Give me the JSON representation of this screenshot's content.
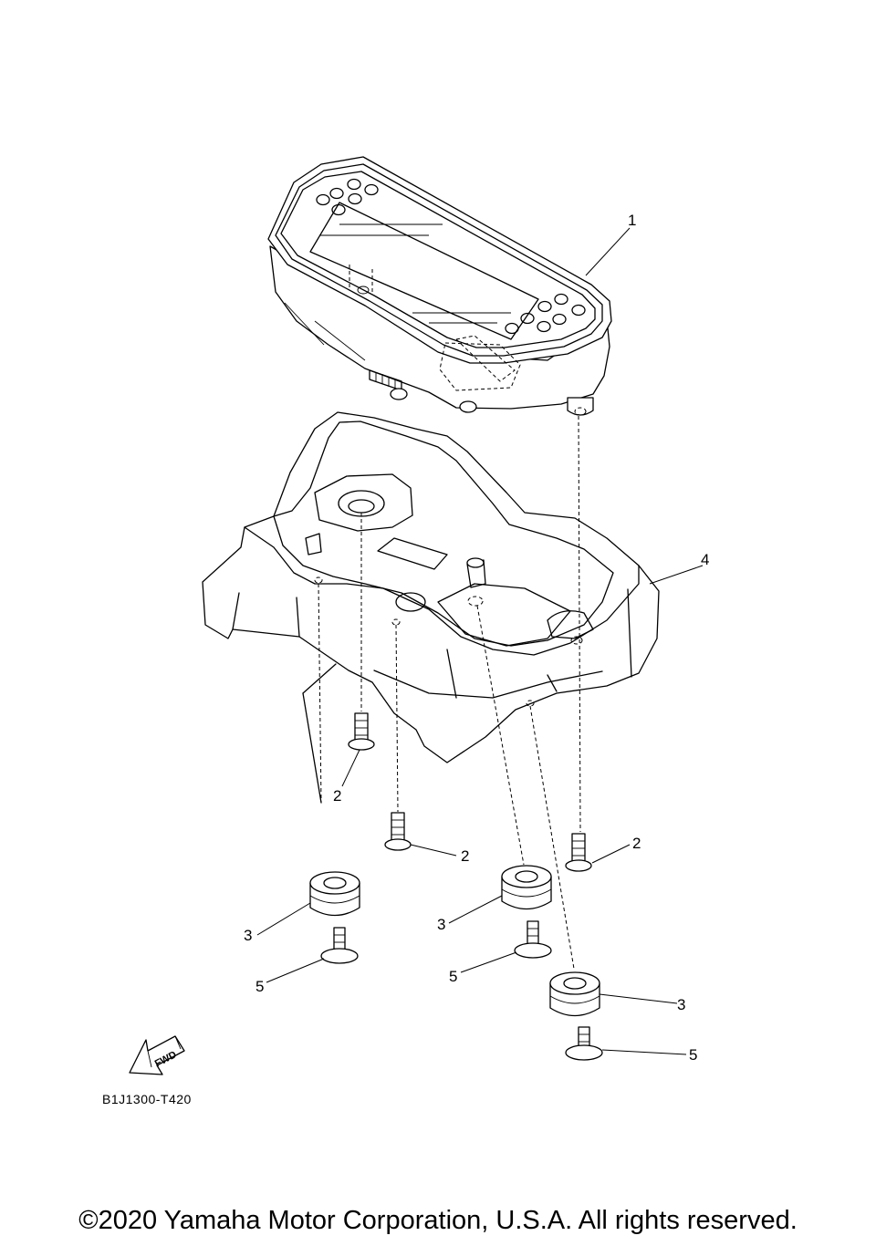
{
  "callouts": {
    "c1": "1",
    "c2a": "2",
    "c2b": "2",
    "c2c": "2",
    "c3a": "3",
    "c3b": "3",
    "c3c": "3",
    "c4": "4",
    "c5a": "5",
    "c5b": "5",
    "c5c": "5"
  },
  "fwd_arrow_label": "FWD",
  "part_code": "B1J1300-T420",
  "copyright": "©2020 Yamaha Motor Corporation, U.S.A. All rights reserved."
}
